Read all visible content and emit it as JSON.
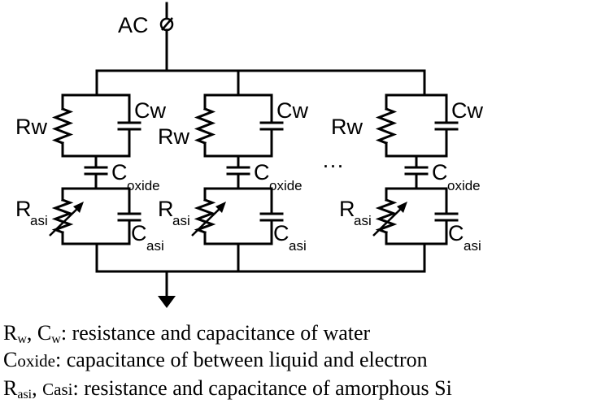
{
  "circuit": {
    "input_label": "AC",
    "branch_labels": {
      "rw": "Rw",
      "cw": "Cw",
      "coxide_main": "C",
      "coxide_sub": "oxide",
      "rasi_main": "R",
      "rasi_sub": "asi",
      "casi_main": "C",
      "casi_sub": "asi"
    },
    "ellipsis": "···"
  },
  "legend": {
    "line1": {
      "r": "R",
      "r_sub": "w",
      "sep": ", ",
      "c": "C",
      "c_sub": "w",
      "text": ":   resistance and capacitance  of water"
    },
    "line2": {
      "c": "C",
      "c_sub": "oxide",
      "text": ":   capacitance of between liquid and  electron"
    },
    "line3": {
      "r": "R",
      "r_sub": "asi",
      "sep": ", ",
      "c": "C",
      "c_sub": "asi",
      "text": ":   resistance and capacitance  of amorphous Si"
    }
  }
}
